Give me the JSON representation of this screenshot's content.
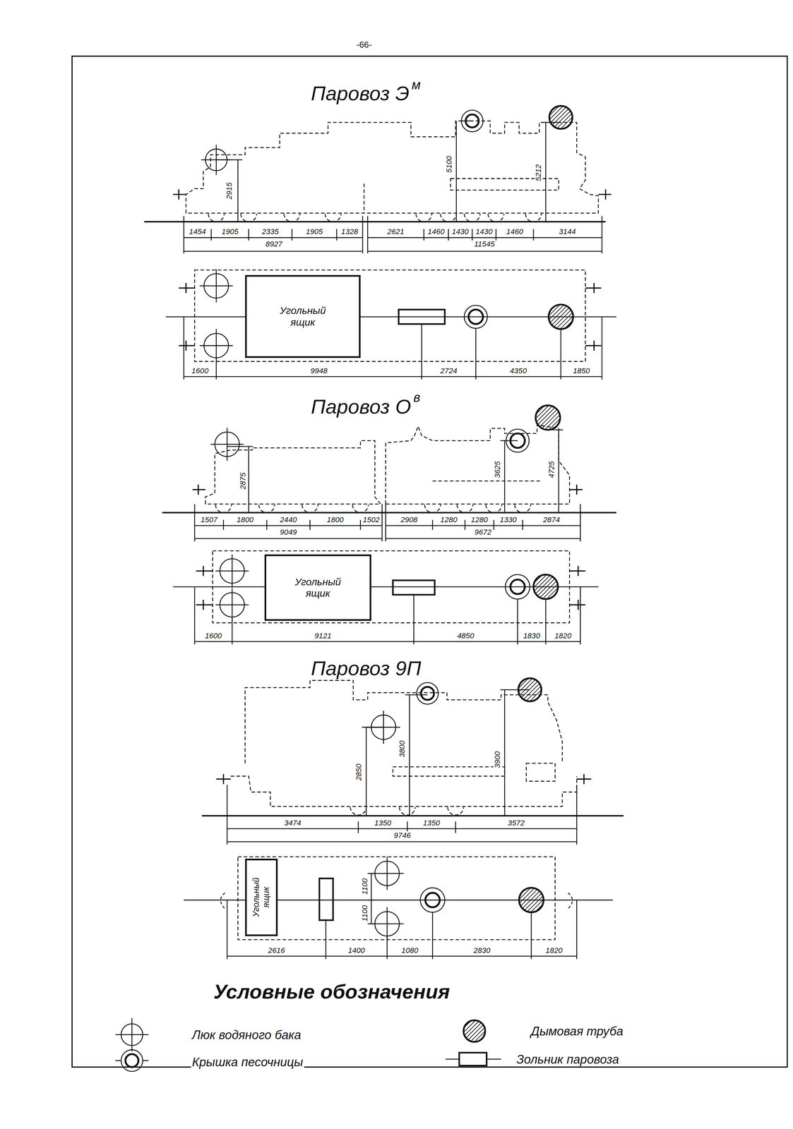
{
  "diagram": {
    "nodes": [
      {
        "text": [
          "Угольный ящик"
        ]
      },
      {
        "text": [
          "Угольный ящик"
        ]
      },
      {
        "text": [
          "Угольный ящик"
        ]
      }
    ],
    "labels": [
      "-66-",
      "Паровоз Э",
      "м",
      "2915",
      "5100",
      "5212",
      "1454",
      "1905",
      "2335",
      "1905",
      "1328",
      "2621",
      "1460",
      "1430",
      "1430",
      "1460",
      "3144",
      "8927",
      "11545",
      "1600",
      "9948",
      "2724",
      "4350",
      "1850",
      "Паровоз О",
      "в",
      "2875",
      "3625",
      "4725",
      "1507",
      "1800",
      "2440",
      "1800",
      "1502",
      "2908",
      "1280",
      "1280",
      "1330",
      "2874",
      "9049",
      "9672",
      "1600",
      "9121",
      "4850",
      "1830",
      "1820",
      "Паровоз 9П",
      "2850",
      "3800",
      "3900",
      "3474",
      "1350",
      "1350",
      "3572",
      "9746",
      "1100",
      "1100",
      "2616",
      "1400",
      "1080",
      "2830",
      "1820",
      "Условные обозначения"
    ],
    "legend": [
      {
        "text": "Люк водяного бака"
      },
      {
        "text": "Крышка песочницы"
      },
      {
        "text": "Дымовая труба"
      },
      {
        "text": "Зольник паровоза"
      }
    ]
  }
}
